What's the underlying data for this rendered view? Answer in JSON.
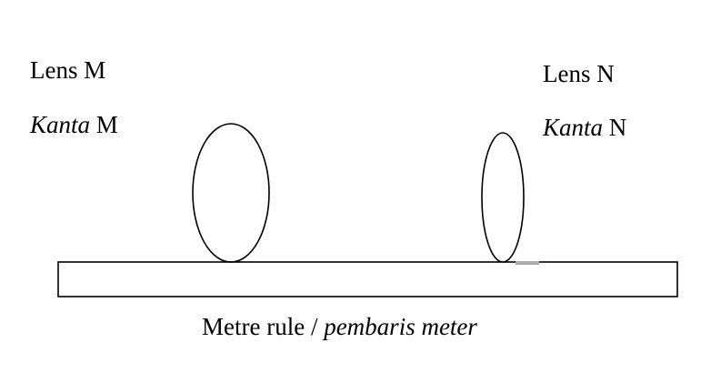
{
  "lens_m": {
    "label_en": "Lens M",
    "label_ms_italic": "Kanta",
    "label_ms_rest": " M"
  },
  "lens_n": {
    "label_en": "Lens N",
    "label_ms_italic": "Kanta",
    "label_ms_rest": " N"
  },
  "metre_rule": {
    "label_en": "Metre rule / ",
    "label_ms": "pembaris meter"
  },
  "colors": {
    "stroke": "#000000",
    "background": "#ffffff"
  }
}
